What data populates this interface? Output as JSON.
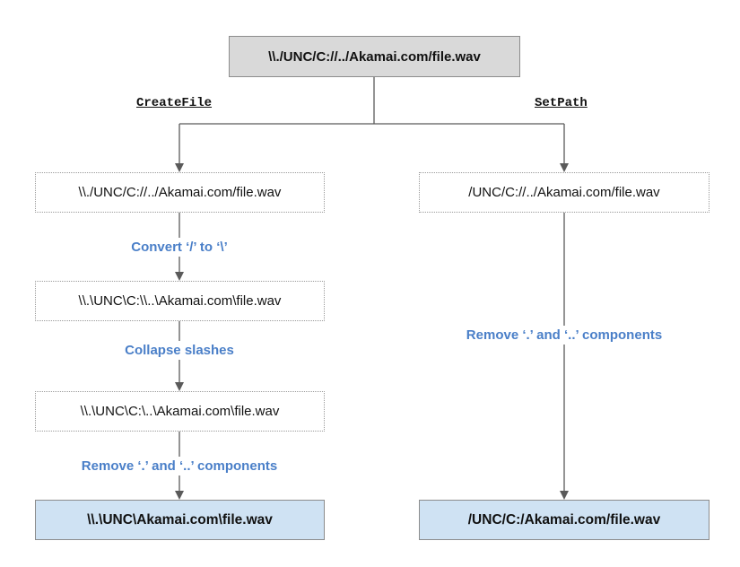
{
  "source": {
    "path": "\\\\./UNC/C://../Akamai.com/file.wav"
  },
  "left": {
    "method": "CreateFile",
    "stage1": "\\\\./UNC/C://../Akamai.com/file.wav",
    "step1": "Convert ‘/’ to ‘\\’",
    "stage2": "\\\\.\\UNC\\C:\\\\..\\Akamai.com\\file.wav",
    "step2": "Collapse slashes",
    "stage3": "\\\\.\\UNC\\C:\\..\\Akamai.com\\file.wav",
    "step3": "Remove ‘.’ and ‘..’ components",
    "result": "\\\\.\\UNC\\Akamai.com\\file.wav"
  },
  "right": {
    "method": "SetPath",
    "stage1": "/UNC/C://../Akamai.com/file.wav",
    "step1": "Remove ‘.’ and ‘..’ components",
    "result": "/UNC/C:/Akamai.com/file.wav"
  },
  "colors": {
    "source_fill": "#d9d9d9",
    "result_fill": "#cfe2f3",
    "step_text": "#4a7fc8",
    "connector": "#5a5a5a"
  }
}
